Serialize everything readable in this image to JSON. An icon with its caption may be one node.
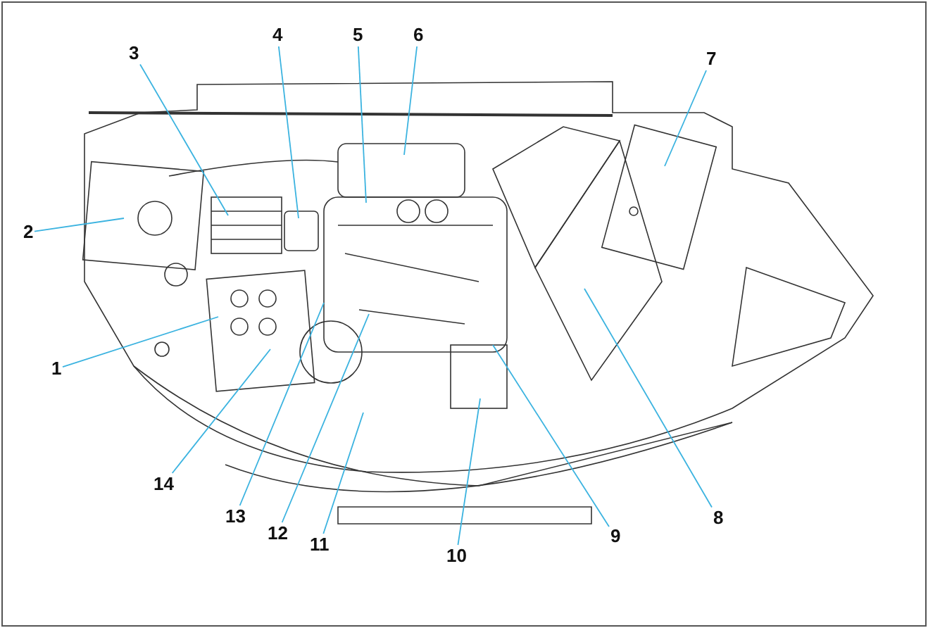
{
  "diagram": {
    "nodes": [
      {
        "text": [
          "1"
        ]
      },
      {
        "text": [
          "2"
        ]
      },
      {
        "text": [
          "3"
        ]
      },
      {
        "text": [
          "4"
        ]
      },
      {
        "text": [
          "5"
        ]
      },
      {
        "text": [
          "6"
        ]
      },
      {
        "text": [
          "7"
        ]
      },
      {
        "text": [
          "8"
        ]
      },
      {
        "text": [
          "9"
        ]
      },
      {
        "text": [
          "10"
        ]
      },
      {
        "text": [
          "11"
        ]
      },
      {
        "text": [
          "12"
        ]
      },
      {
        "text": [
          "13"
        ]
      },
      {
        "text": [
          "14"
        ]
      }
    ],
    "edges": [
      {
        "from": 0,
        "to": null,
        "arrow": "none"
      },
      {
        "from": 1,
        "to": null,
        "arrow": "none"
      },
      {
        "from": 2,
        "to": null,
        "arrow": "none"
      },
      {
        "from": 3,
        "to": null,
        "arrow": "none"
      },
      {
        "from": 4,
        "to": null,
        "arrow": "none"
      },
      {
        "from": 5,
        "to": null,
        "arrow": "none"
      },
      {
        "from": 6,
        "to": null,
        "arrow": "none"
      },
      {
        "from": 7,
        "to": null,
        "arrow": "none"
      },
      {
        "from": 8,
        "to": null,
        "arrow": "none"
      },
      {
        "from": 9,
        "to": null,
        "arrow": "none"
      },
      {
        "from": 10,
        "to": null,
        "arrow": "none"
      },
      {
        "from": 11,
        "to": null,
        "arrow": "none"
      },
      {
        "from": 12,
        "to": null,
        "arrow": "none"
      },
      {
        "from": 13,
        "to": null,
        "arrow": "none"
      }
    ]
  }
}
